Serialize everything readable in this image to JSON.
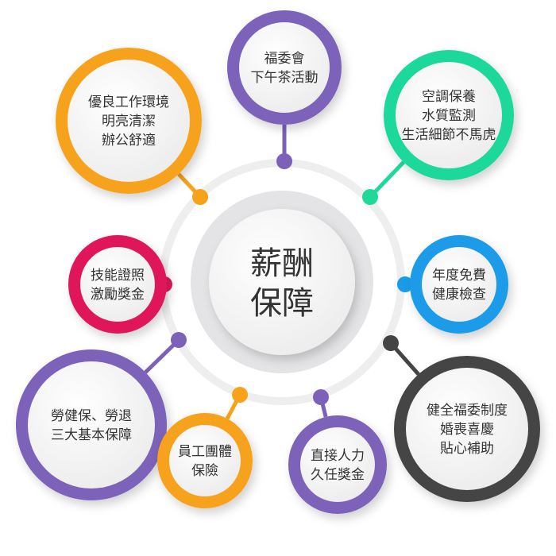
{
  "center": {
    "lines": [
      "薪酬",
      "保障"
    ]
  },
  "colors": {
    "orange": "#f7a21b",
    "purple": "#7b62b8",
    "green": "#1fd89a",
    "red": "#e0195a",
    "blue": "#1a9be8",
    "dark": "#444444"
  },
  "nodes": [
    {
      "lines": [
        "優良工作環境",
        "明亮清潔",
        "辦公舒適"
      ]
    },
    {
      "lines": [
        "福委會",
        "下午茶活動"
      ]
    },
    {
      "lines": [
        "空調保養",
        "水質監測",
        "生活細節不馬虎"
      ]
    },
    {
      "lines": [
        "技能證照",
        "激勵獎金"
      ]
    },
    {
      "lines": [
        "年度免費",
        "健康檢查"
      ]
    },
    {
      "lines": [
        "勞健保、勞退",
        "三大基本保障"
      ]
    },
    {
      "lines": [
        "員工團體",
        "保險"
      ]
    },
    {
      "lines": [
        "直接人力",
        "久任獎金"
      ]
    },
    {
      "lines": [
        "健全福委制度",
        "婚喪喜慶",
        "貼心補助"
      ]
    }
  ]
}
